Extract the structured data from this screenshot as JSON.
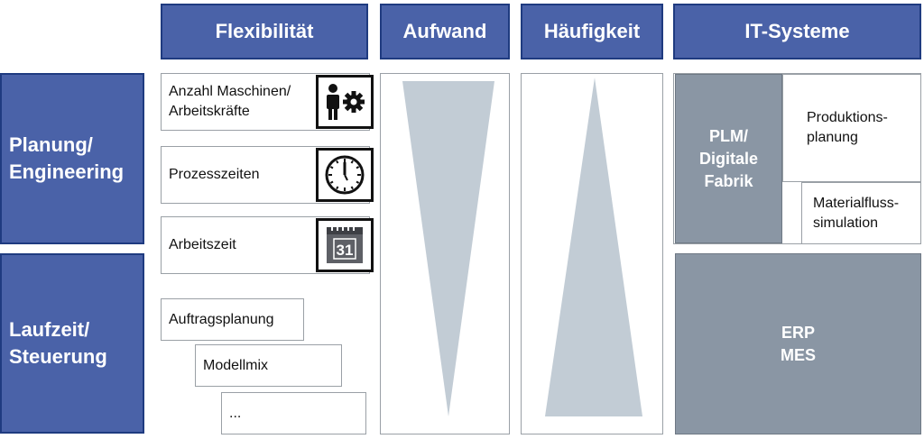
{
  "headers": {
    "flexibilitaet": "Flexibilität",
    "aufwand": "Aufwand",
    "haeufigkeit": "Häufigkeit",
    "it_systeme": "IT-Systeme"
  },
  "rows": {
    "planung": [
      "Planung/",
      "Engineering"
    ],
    "laufzeit": [
      "Laufzeit/",
      "Steuerung"
    ]
  },
  "flexibility_items": {
    "maschinen": [
      "Anzahl Maschinen/",
      "Arbeitskräfte"
    ],
    "prozesszeiten": "Prozesszeiten",
    "arbeitszeit": "Arbeitszeit",
    "auftragsplanung": "Auftragsplanung",
    "modellmix": "Modellmix",
    "ellipsis": "..."
  },
  "icons": {
    "maschinen": "worker-gear-icon",
    "prozesszeiten": "clock-icon",
    "arbeitszeit": "calendar-icon",
    "calendar_day": "31"
  },
  "it_systems": {
    "plm": [
      "PLM/",
      "Digitale",
      "Fabrik"
    ],
    "produktionsplanung": [
      "Produktions-",
      "planung"
    ],
    "materialfluss": [
      "Materialfluss-",
      "simulation"
    ],
    "erp_mes": [
      "ERP",
      "MES"
    ]
  },
  "colors": {
    "header_blue": "#4a62a8",
    "header_border": "#1f3b80",
    "triangle": "#c2ccd5",
    "system_grey": "#8a96a4"
  }
}
